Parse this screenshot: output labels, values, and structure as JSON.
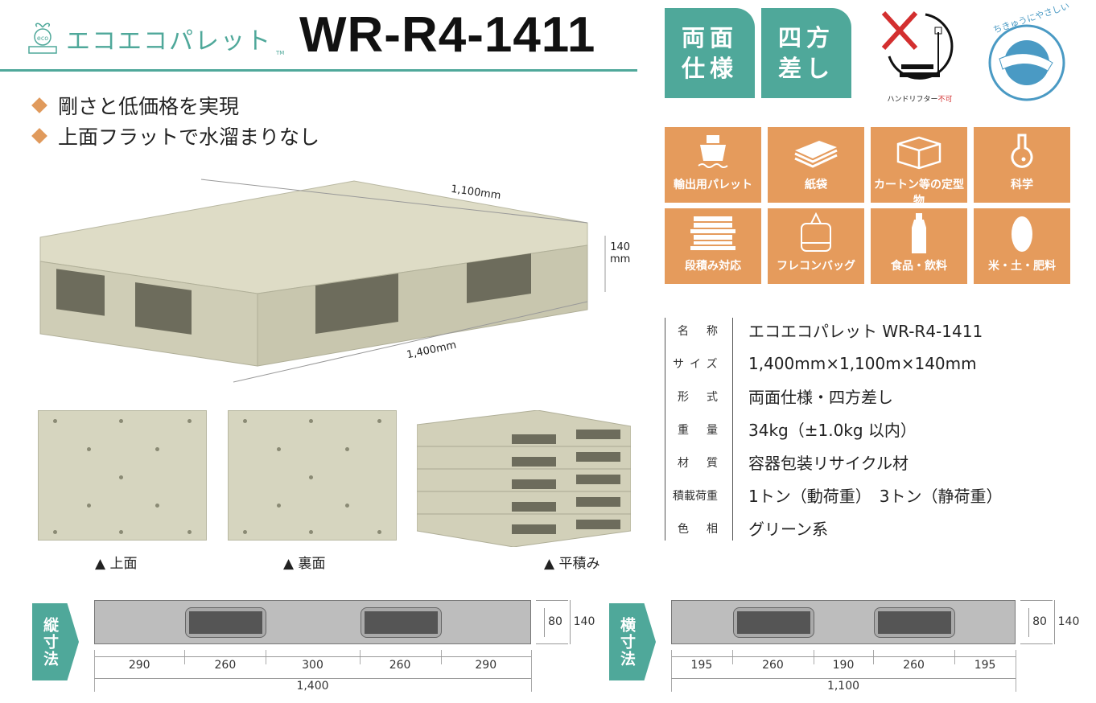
{
  "header": {
    "logo_text": "エコエコパレット",
    "trademark": "TM",
    "logo_badge": "eco",
    "model": "WR-R4-1411"
  },
  "features": [
    "剛さと低価格を実現",
    "上面フラットで水溜まりなし"
  ],
  "badges": [
    {
      "line1": "両面",
      "line2": "仕様"
    },
    {
      "line1": "四方",
      "line2": "差し"
    }
  ],
  "hand_lifter": {
    "label": "ハンドリフター",
    "warning": "不可"
  },
  "eco_logo_text": "ちきゅうにやさしい",
  "uses": [
    {
      "icon": "ship-icon",
      "label": "輸出用パレット"
    },
    {
      "icon": "paper-bag-icon",
      "label": "紙袋"
    },
    {
      "icon": "carton-box-icon",
      "label": "カートン等の定型物"
    },
    {
      "icon": "flask-icon",
      "label": "科学"
    },
    {
      "icon": "stacked-pallet-icon",
      "label": "段積み対応"
    },
    {
      "icon": "flexible-container-bag-icon",
      "label": "フレコンバッグ"
    },
    {
      "icon": "bottle-icon",
      "label": "食品・飲料"
    },
    {
      "icon": "rice-grain-icon",
      "label": "米・土・肥料"
    }
  ],
  "photo_dims": {
    "width": "1,100mm",
    "height_value": "140",
    "height_unit": "mm",
    "length": "1,400mm"
  },
  "captions": [
    "▲ 上面",
    "▲ 裏面",
    "▲ 平積み"
  ],
  "specs": [
    {
      "key": "名称",
      "value": "エコエコパレット WR-R4-1411"
    },
    {
      "key": "サイズ",
      "value": "1,400mm×1,100m×140mm"
    },
    {
      "key": "形式",
      "value": "両面仕様・四方差し"
    },
    {
      "key": "重量",
      "value": "34kg（±1.0kg 以内）"
    },
    {
      "key": "材質",
      "value": "容器包装リサイクル材"
    },
    {
      "key": "積載荷重",
      "value": "1トン（動荷重）　3トン（静荷重）"
    },
    {
      "key": "色相",
      "value": "グリーン系"
    }
  ],
  "diagrams": [
    {
      "label": "縦寸法",
      "segments": [
        "290",
        "260",
        "300",
        "260",
        "290"
      ],
      "total": "1,400",
      "opening": "80",
      "height": "140"
    },
    {
      "label": "横寸法",
      "segments": [
        "195",
        "260",
        "190",
        "260",
        "195"
      ],
      "total": "1,100",
      "opening": "80",
      "height": "140"
    }
  ],
  "colors": {
    "teal": "#4fa89a",
    "orange": "#e59b5c",
    "red": "#d32f2f"
  }
}
